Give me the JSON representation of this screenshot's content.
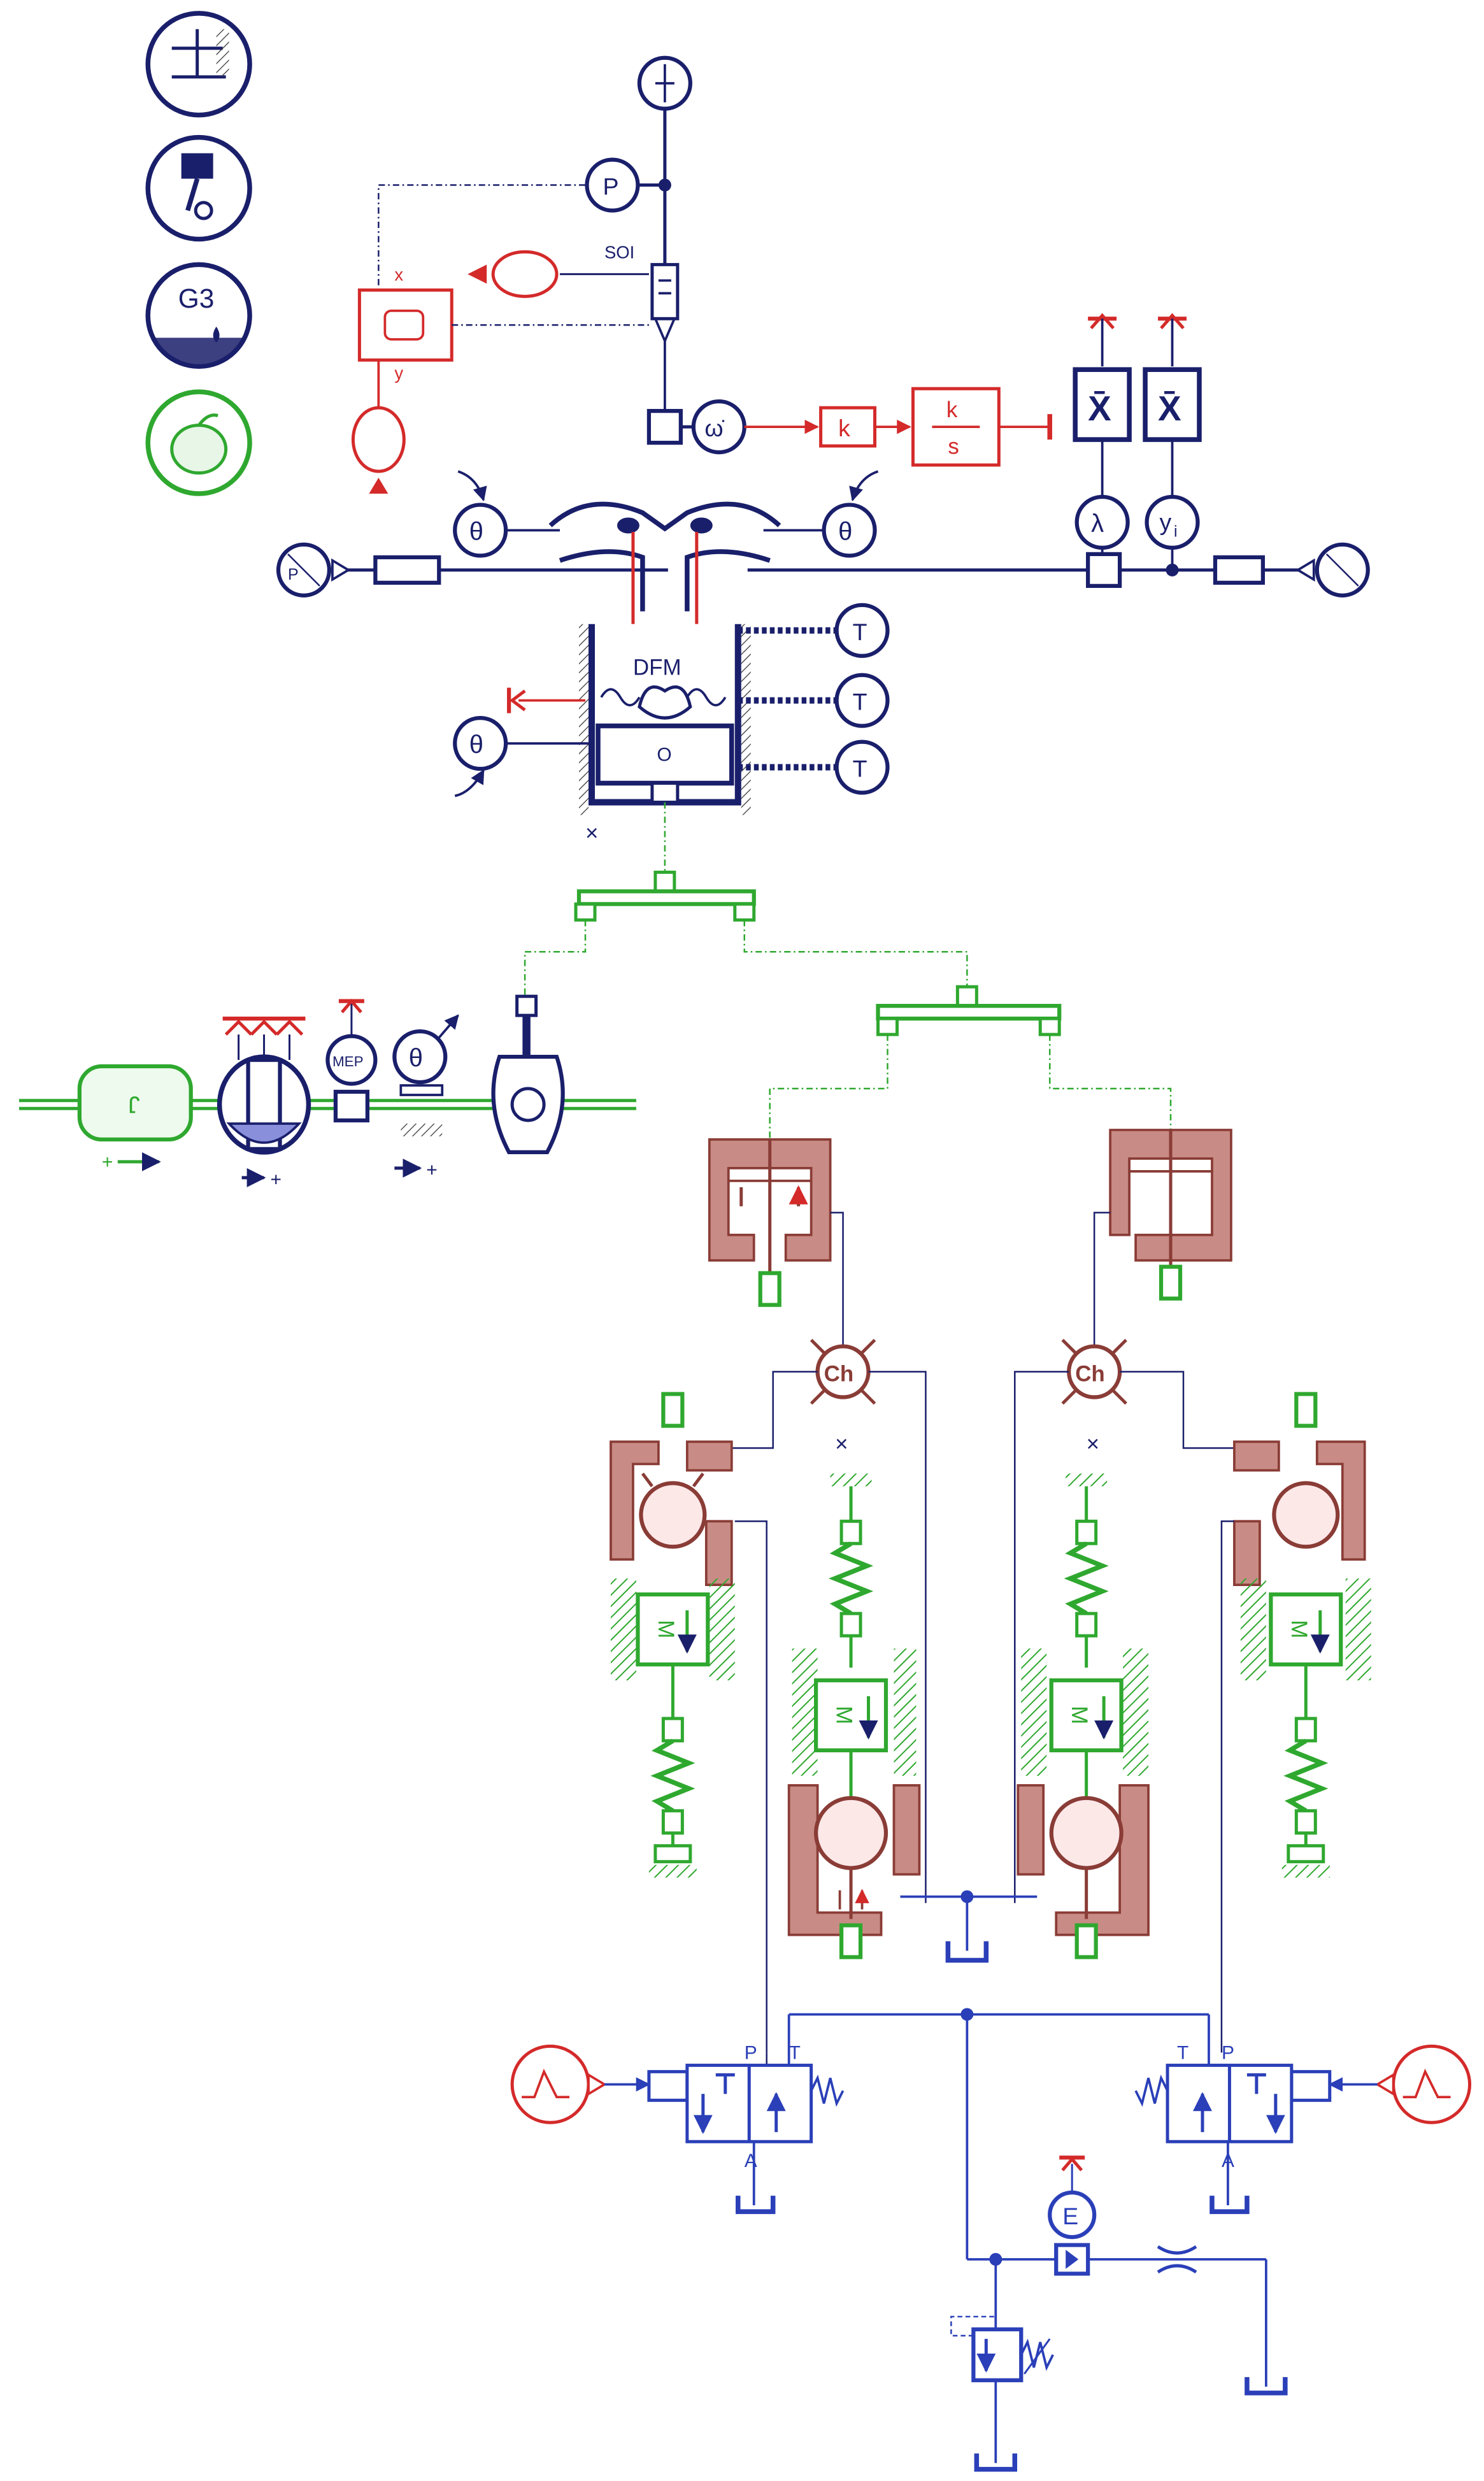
{
  "labels": {
    "p_sensor": "P",
    "soi": "SOI",
    "x_port": "x",
    "y_port": "y",
    "k_gain": "k",
    "k_num": "k",
    "k_den": "s",
    "x_bar": "X̄",
    "lambda": "λ",
    "y_i_base": "y",
    "y_i_sub": "i",
    "theta": "θ",
    "t_sensor": "T",
    "dfm": "DFM",
    "zero": "O",
    "mep": "MEP",
    "ch": "Ch",
    "mass": "M",
    "p_port": "P",
    "t_port": "T",
    "a_port": "A",
    "energy": "E",
    "g3": "G3",
    "j_inertia": "J",
    "plus": "+",
    "omega_dot": "ω̇"
  },
  "colors": {
    "navy": "#1a1f6b",
    "red": "#d42a2a",
    "green": "#2fa82f",
    "brown": "#a8554f",
    "blue": "#2a3fb8"
  },
  "icons": [
    "mechanical-library-icon",
    "engine-library-icon",
    "g3-fuel-library-icon",
    "apple-library-icon"
  ]
}
